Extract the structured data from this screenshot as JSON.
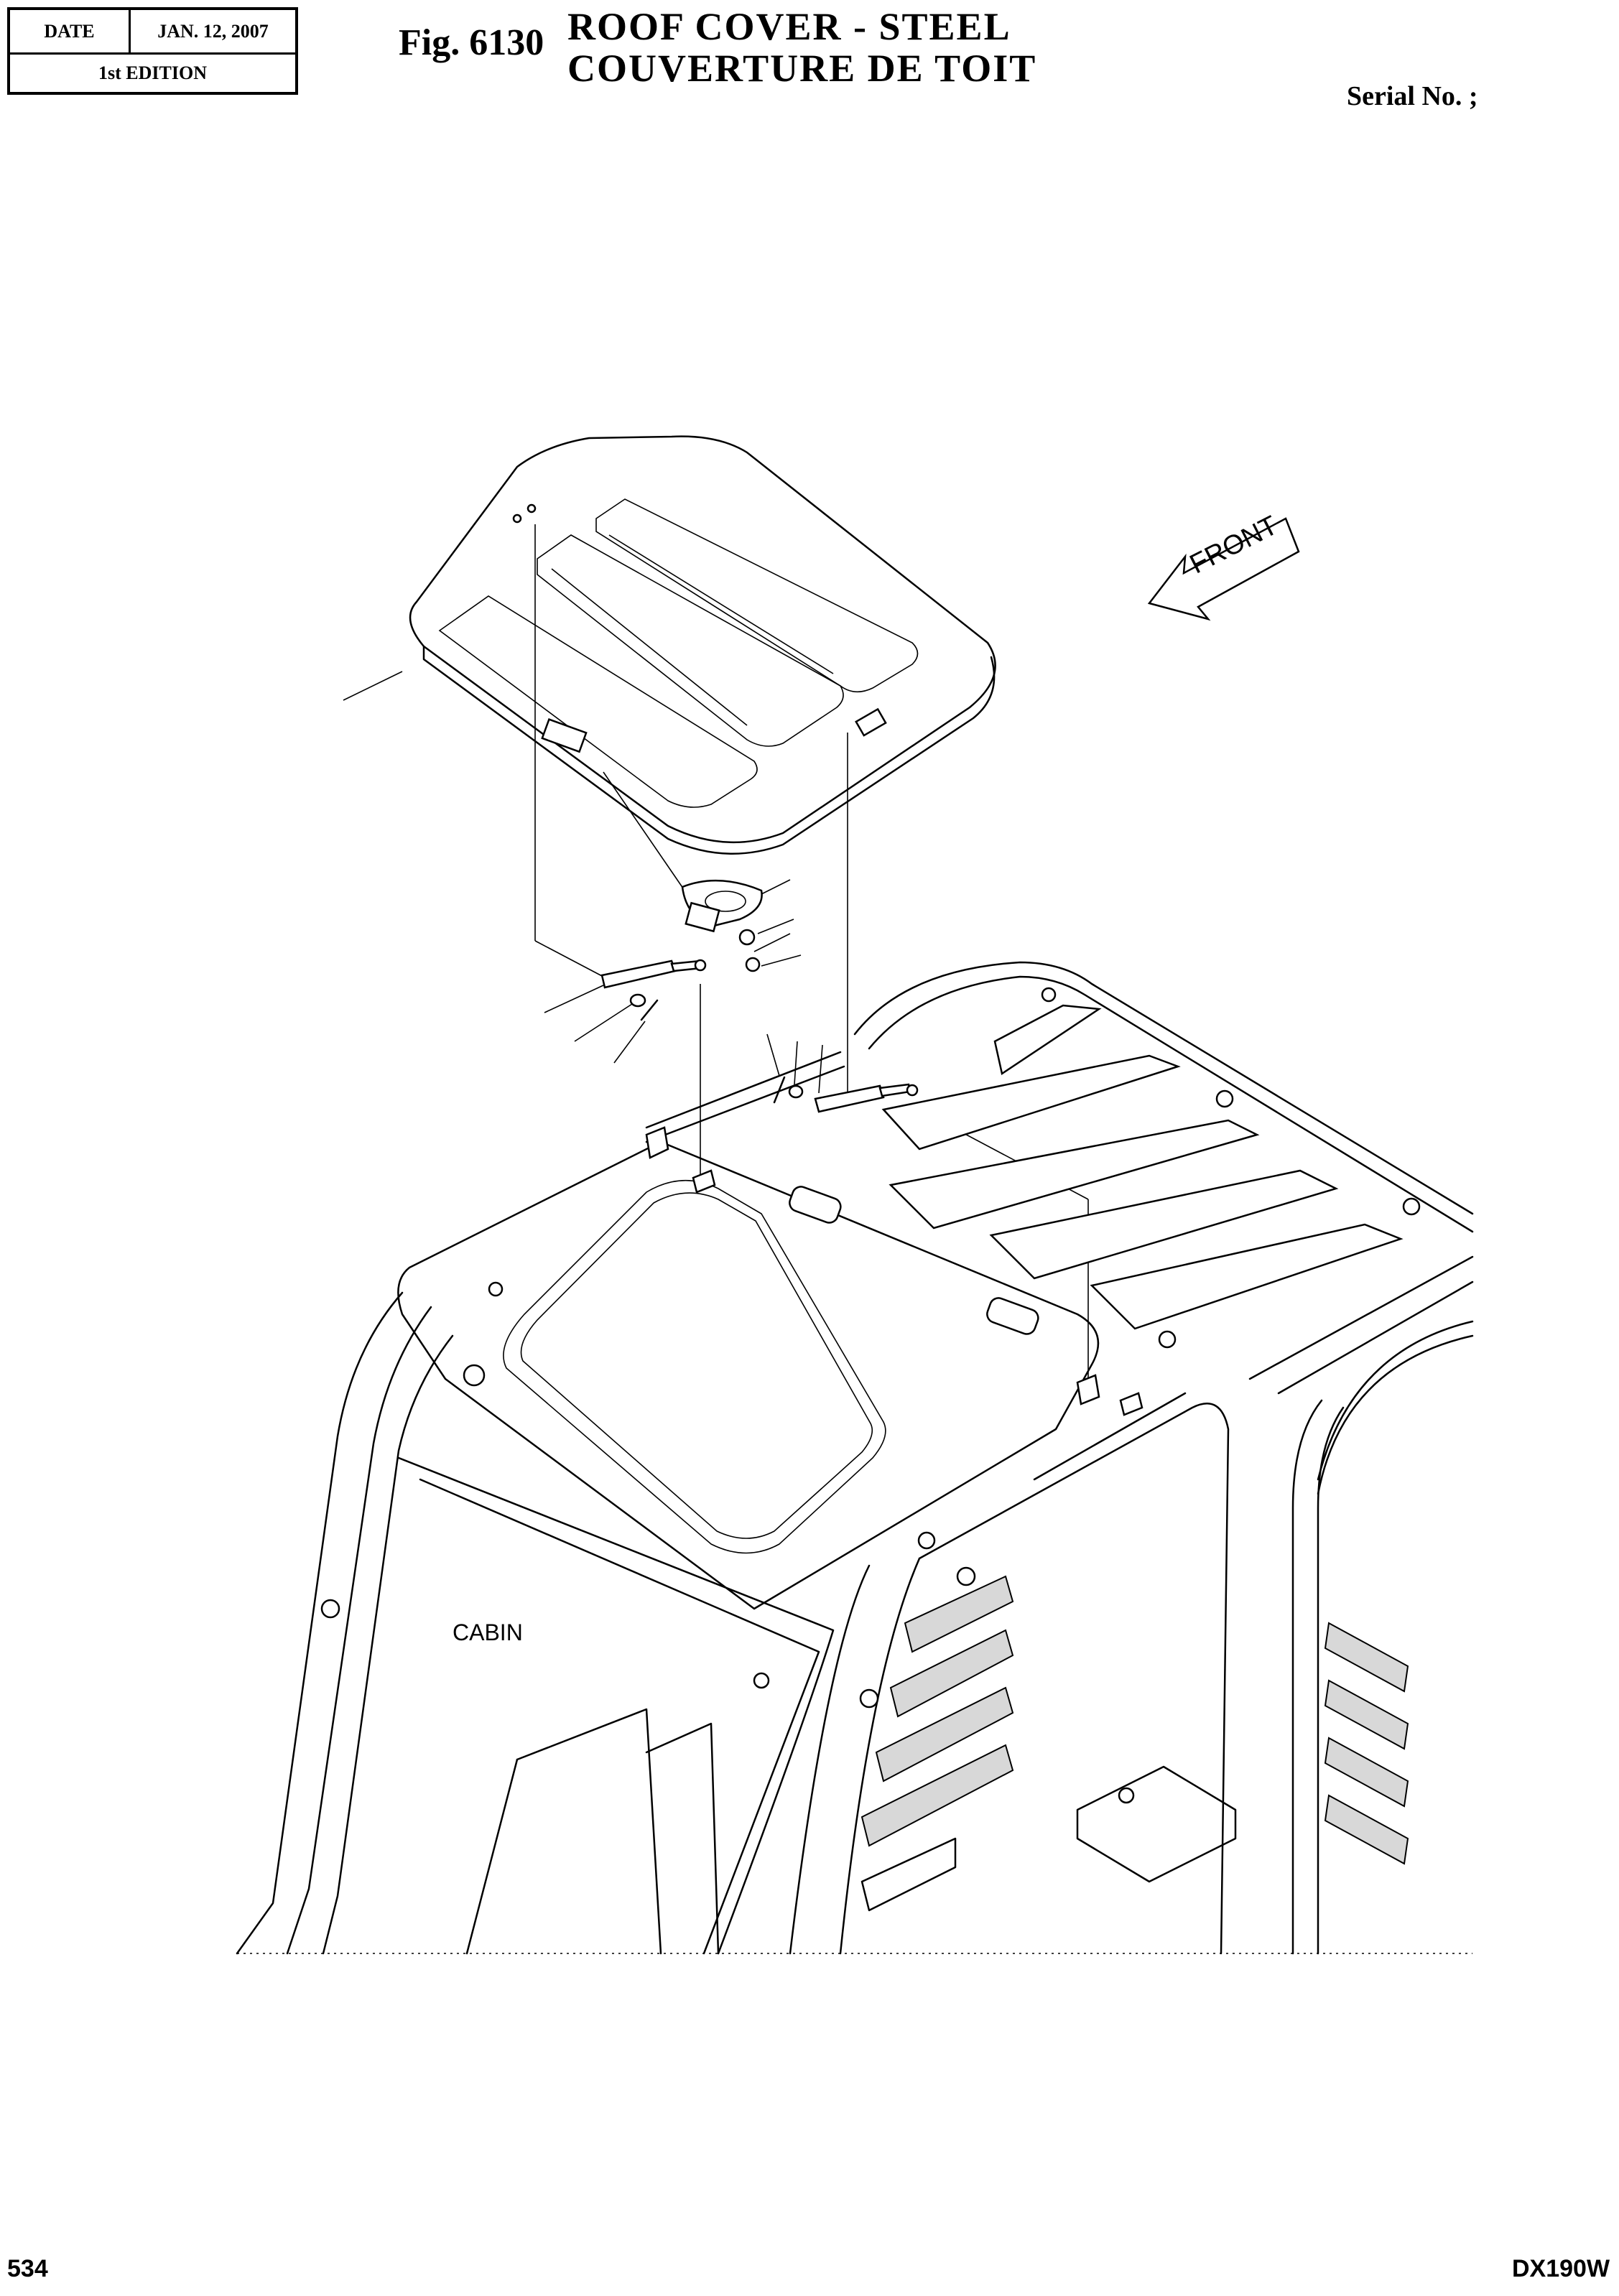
{
  "header": {
    "date_label": "DATE",
    "date_value": "JAN. 12, 2007",
    "edition": "1st EDITION",
    "fig_number": "Fig. 6130",
    "title_en": "ROOF COVER - STEEL",
    "title_fr": "COUVERTURE DE TOIT",
    "serial_label": "Serial No. ;"
  },
  "drawing": {
    "front_label": "FRONT",
    "cabin_label": "CABIN"
  },
  "footer": {
    "page_number": "534",
    "model": "DX190W"
  }
}
